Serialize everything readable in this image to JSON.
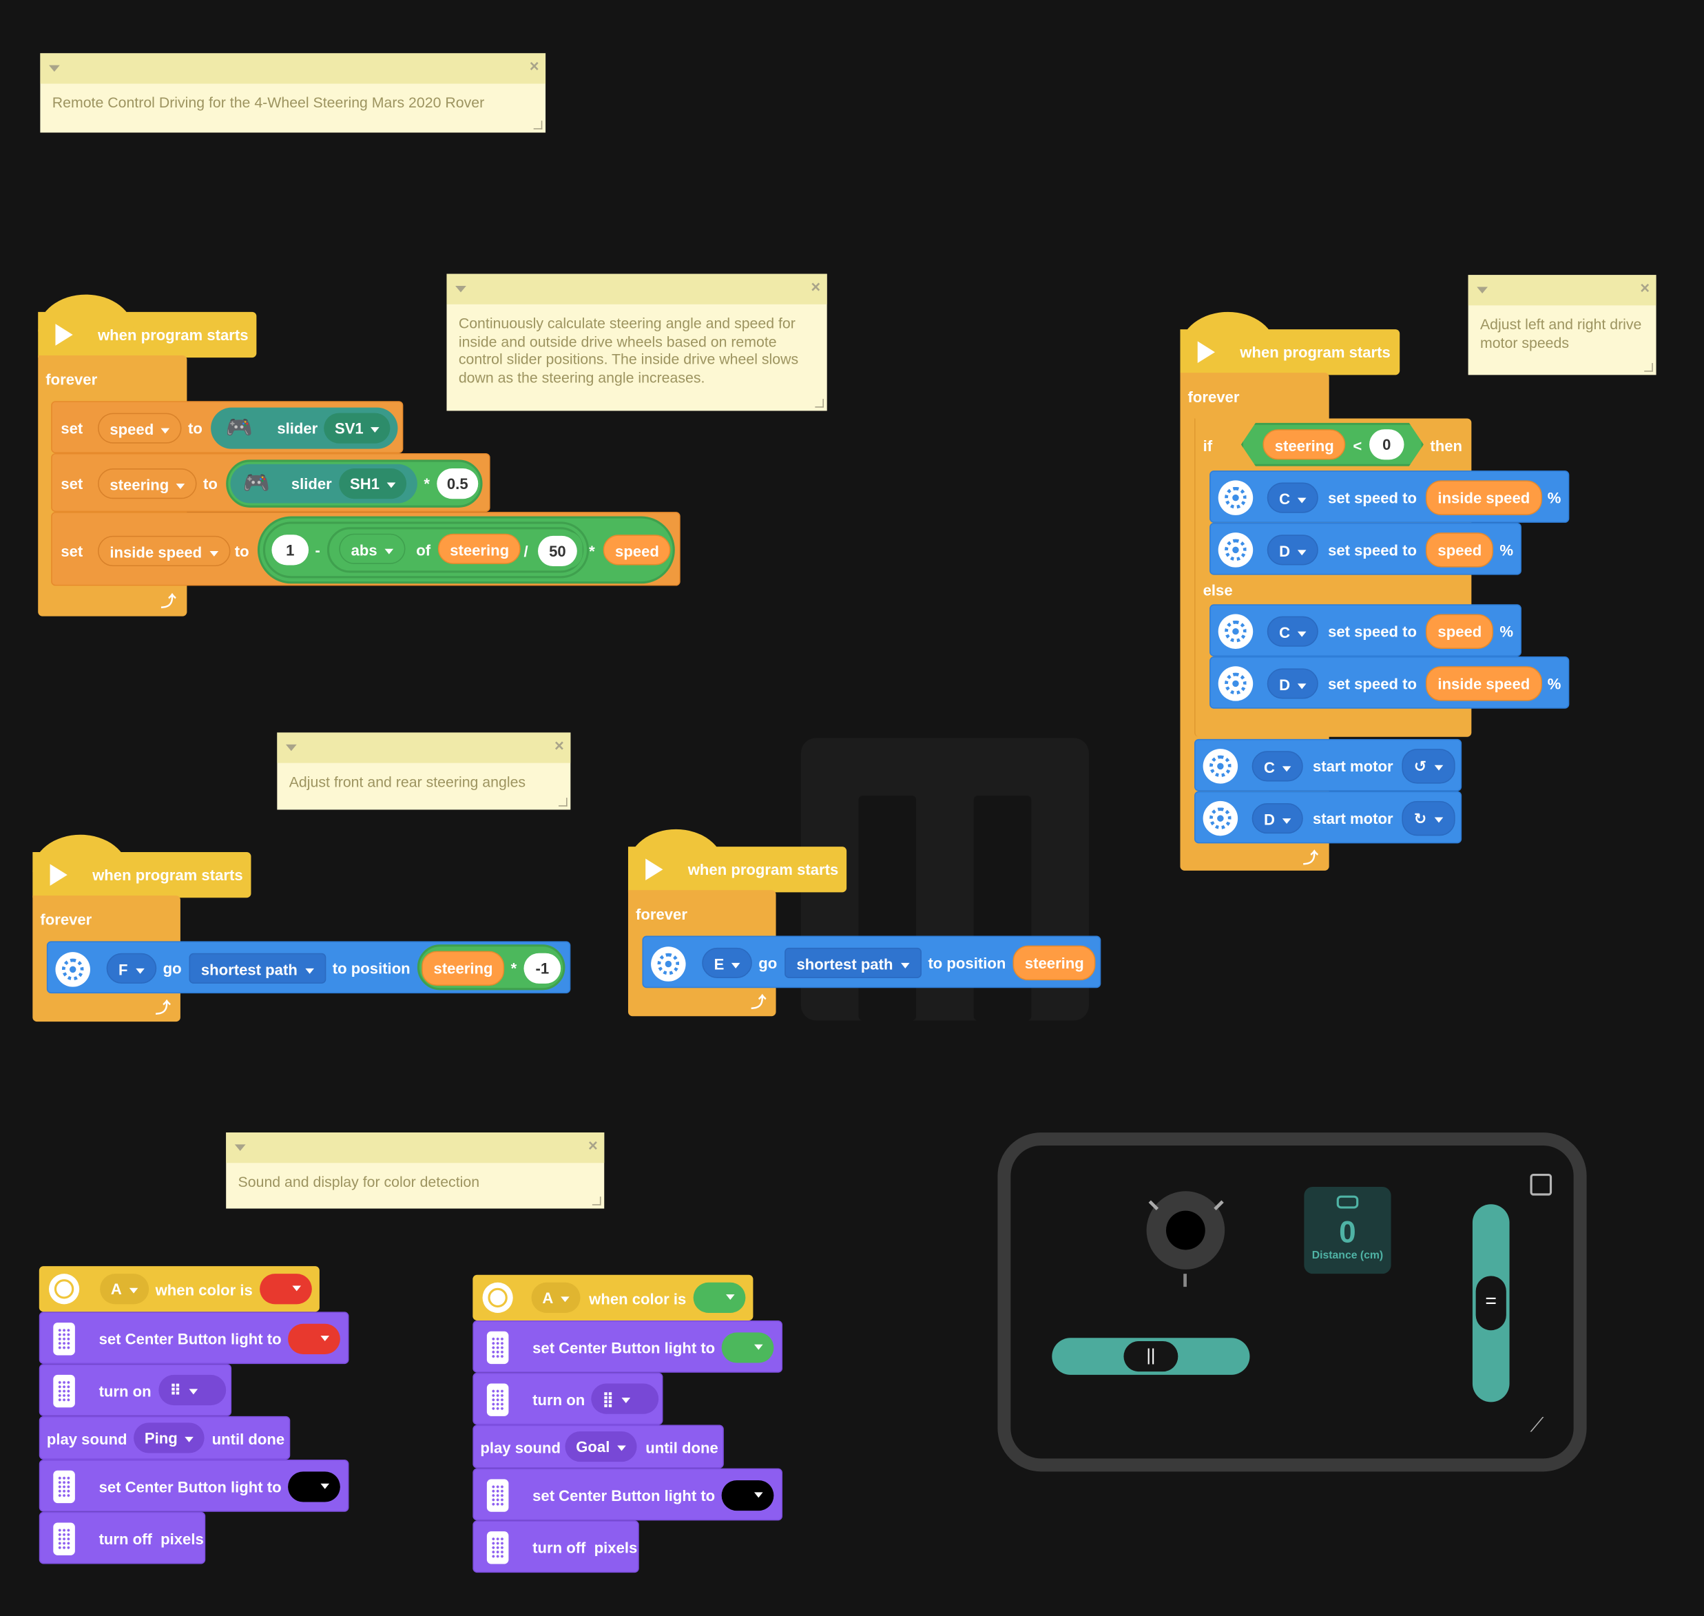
{
  "notes": [
    {
      "id": "title",
      "text": "Remote Control Driving for the 4-Wheel Steering Mars 2020 Rover"
    },
    {
      "id": "steering-calc",
      "text": "Continuously calculate steering angle and speed for inside and outside drive wheels based on remote control slider positions. The inside drive wheel slows down as the steering angle increases."
    },
    {
      "id": "motor-speeds",
      "text": "Adjust left and right drive motor speeds"
    },
    {
      "id": "steering-angles",
      "text": "Adjust front and rear steering angles"
    },
    {
      "id": "color-detection",
      "text": "Sound and display for color detection"
    }
  ],
  "labels": {
    "when_program_starts": "when program starts",
    "forever": "forever",
    "set": "set",
    "to": "to",
    "slider": "slider",
    "abs_of": "of",
    "if": "if",
    "then": "then",
    "else": "else",
    "set_speed_to": "set speed to",
    "percent": "%",
    "start_motor": "start motor",
    "go": "go",
    "to_position": "to position",
    "when_color_is": "when color is",
    "set_center_light": "set Center Button light to",
    "turn_on": "turn on",
    "play_sound": "play sound",
    "until_done": "until done",
    "turn_off_pixels": "turn off  pixels"
  },
  "script1": {
    "var_speed": "speed",
    "slider_sv": "SV1",
    "var_steering": "steering",
    "slider_sh": "SH1",
    "times": "*",
    "factor": "0.5",
    "var_inside": "inside speed",
    "one": "1",
    "minus": "-",
    "abs": "abs",
    "steering": "steering",
    "div": "/",
    "fifty": "50",
    "times2": "*",
    "speed": "speed"
  },
  "script2": {
    "cond_var": "steering",
    "lt": "<",
    "zero": "0",
    "port_c": "C",
    "port_d": "D",
    "inside": "inside speed",
    "speed": "speed"
  },
  "script3": {
    "port": "F",
    "path": "shortest path",
    "var": "steering",
    "times": "*",
    "value": "-1"
  },
  "script4": {
    "port": "E",
    "path": "shortest path",
    "var": "steering"
  },
  "script5": {
    "port": "A",
    "sound": "Ping",
    "color_hex": "#e8392e"
  },
  "script6": {
    "port": "A",
    "sound": "Goal",
    "color_hex": "#4cb85c"
  },
  "dashboard": {
    "distance_value": "0",
    "distance_label": "Distance (cm)"
  },
  "colors": {
    "event": "#f0c53a",
    "control": "#f0ad3f",
    "variable": "#f09a3e",
    "motor": "#3c8ee8",
    "light": "#8d5ef0",
    "operator": "#4cb85c"
  }
}
